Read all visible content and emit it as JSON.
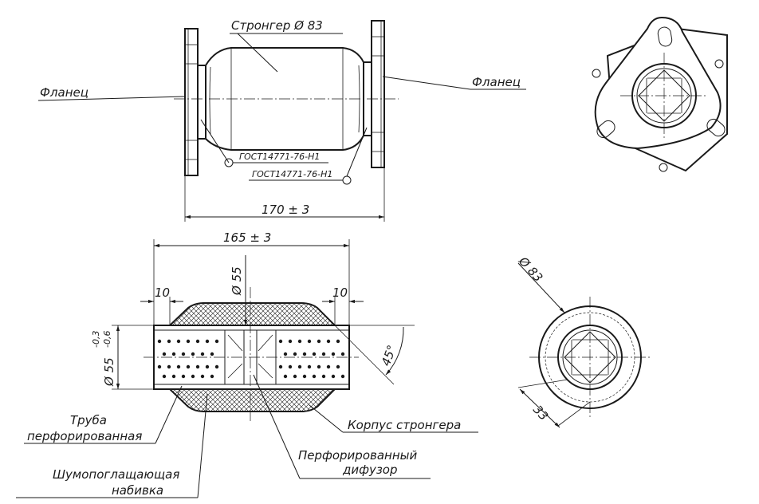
{
  "labels": {
    "stronger_dia": "Стронгер Ø 83",
    "flange_left": "Фланец",
    "flange_right": "Фланец",
    "gost_1": "ГОСТ14771-76-Н1",
    "gost_2": "ГОСТ14771-76-Н1",
    "dim_170": "170 ± 3",
    "dim_165": "165 ± 3",
    "dim_55_top": "Ø 55",
    "dim_10_left": "10",
    "dim_10_right": "10",
    "dim_55_tol": "Ø 55",
    "dim_55_tol_upper": "-0,3",
    "dim_55_tol_lower": "-0,6",
    "dim_45": "45°",
    "dim_83": "Ø 83",
    "dim_33": "33",
    "pipe_line1": "Труба",
    "pipe_line2": "перфорированная",
    "housing": "Корпус стронгера",
    "diffuser_line1": "Перфорированный",
    "diffuser_line2": "дифузор",
    "packing_line1": "Шумопоглащающая",
    "packing_line2": "набивка"
  },
  "colors": {
    "line": "#1a1a1a",
    "background": "#ffffff"
  }
}
